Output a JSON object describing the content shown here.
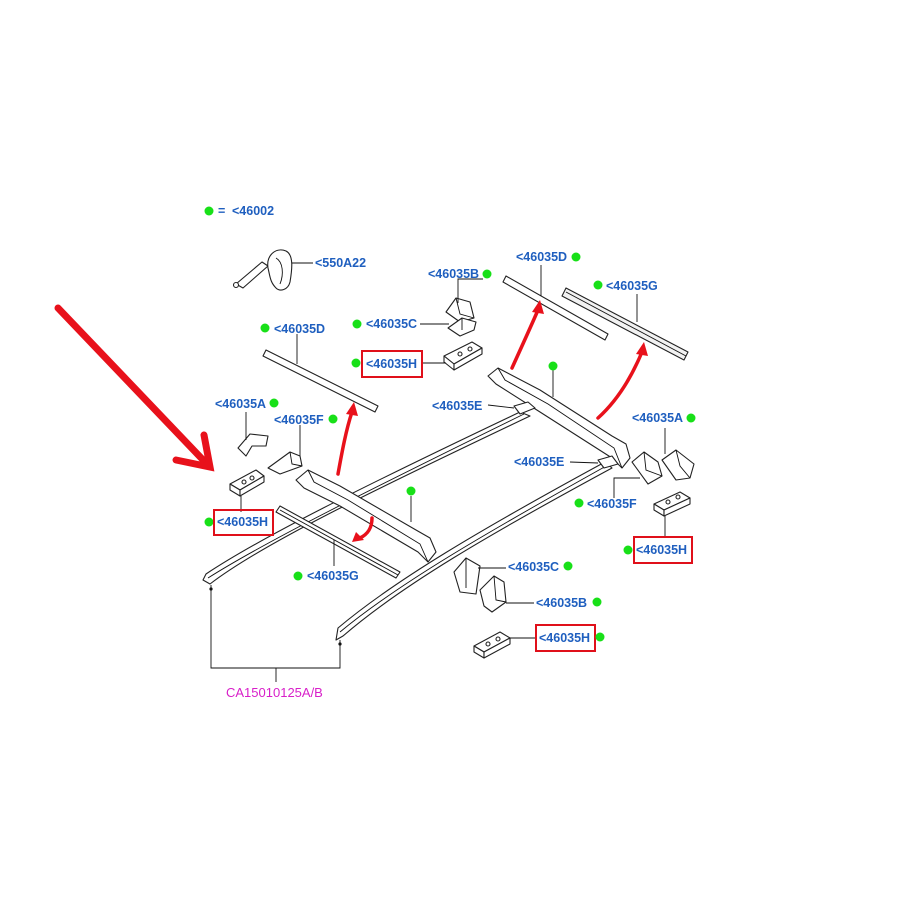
{
  "legend": {
    "equals": "=",
    "code": "<46002"
  },
  "labels": {
    "p550a22": "<550A22",
    "d_top_right": "<46035D",
    "g_top_right": "<46035G",
    "b_top": "<46035B",
    "c_top": "<46035C",
    "h_top": "<46035H",
    "d_left": "<46035D",
    "e_upper": "<46035E",
    "a_left": "<46035A",
    "f_left": "<46035F",
    "a_right": "<46035A",
    "e_lower": "<46035E",
    "f_right": "<46035F",
    "h_left": "<46035H",
    "h_right": "<46035H",
    "g_lower": "<46035G",
    "c_lower": "<46035C",
    "b_lower": "<46035B",
    "h_lower": "<46035H"
  },
  "assembly_code": "CA15010125A/B",
  "colors": {
    "label_blue": "#1f5fbf",
    "assembly_magenta": "#d81fc9",
    "marker_green": "#18e018",
    "highlight_red": "#e0101a"
  }
}
